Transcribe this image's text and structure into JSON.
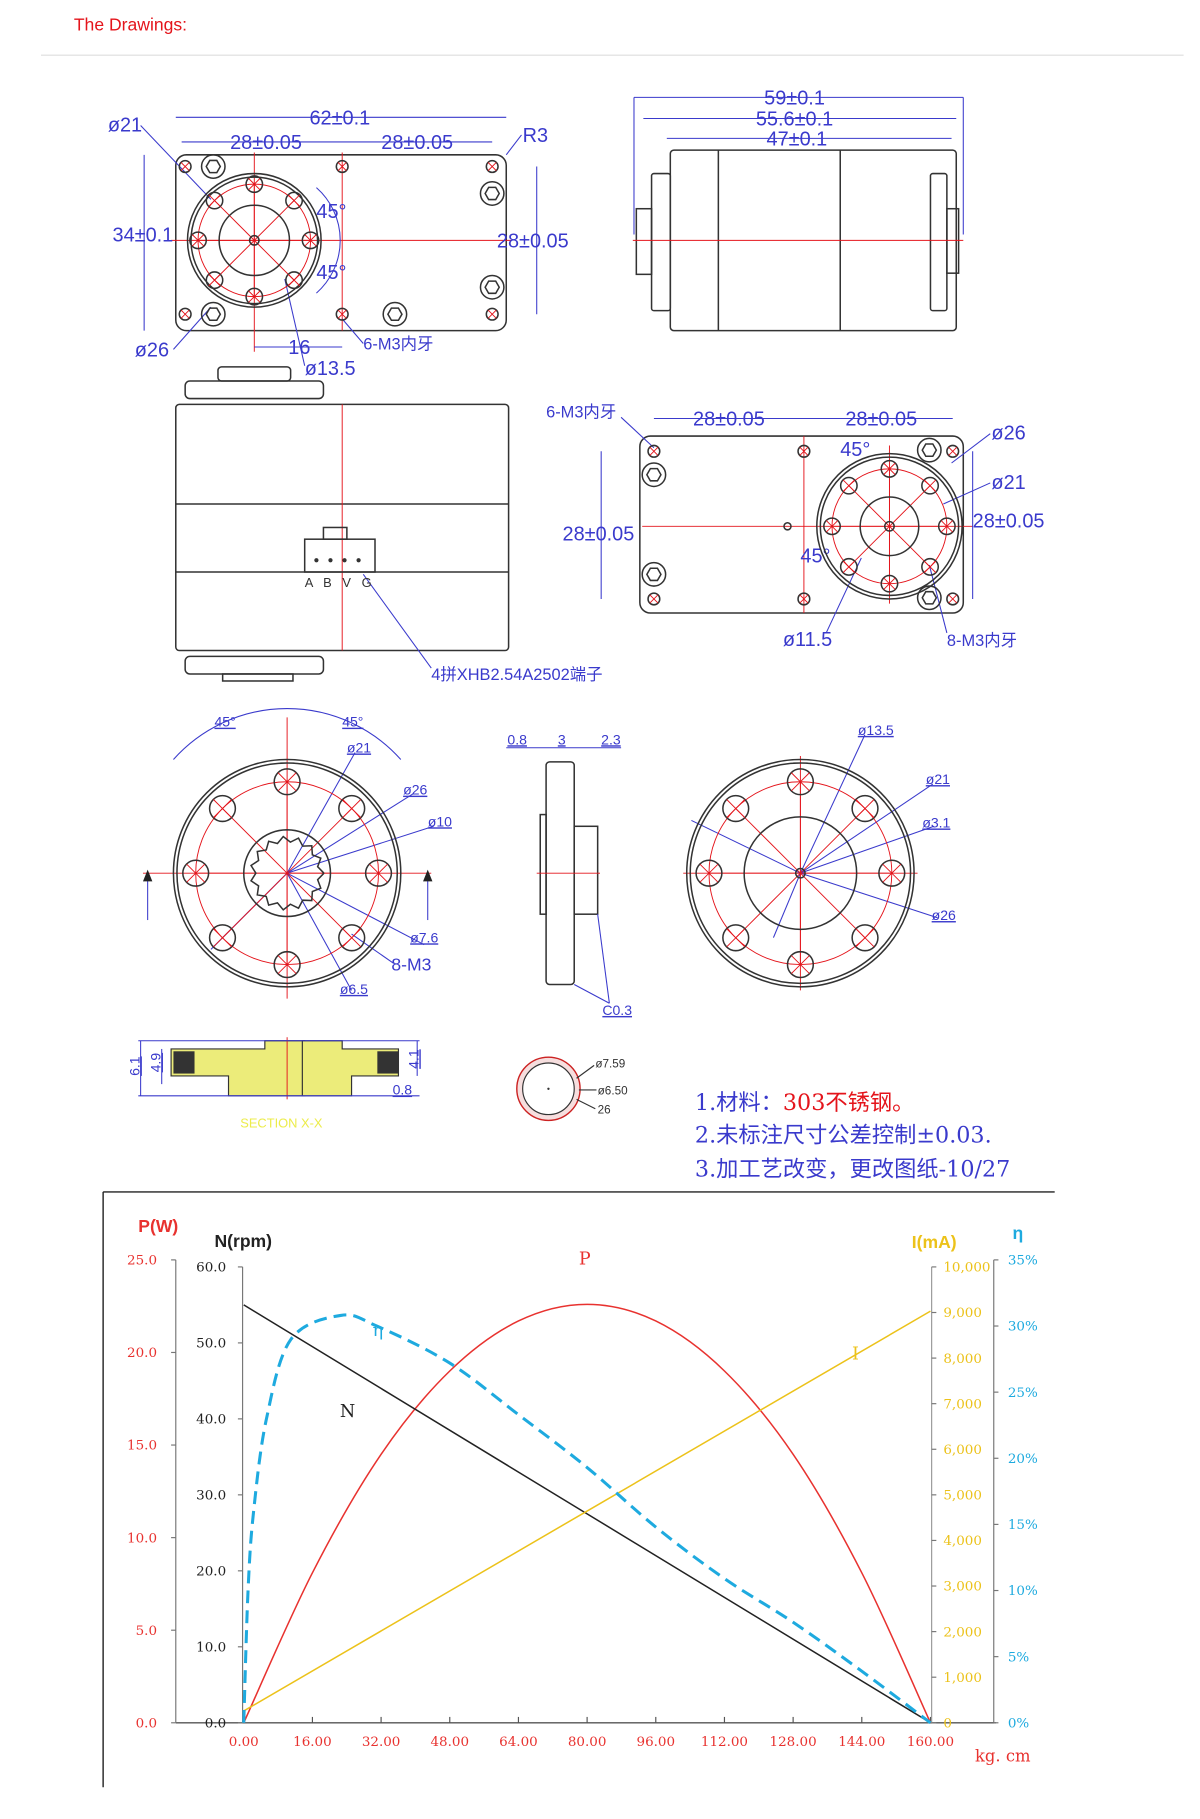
{
  "header": {
    "title": "The Drawings:"
  },
  "drawing": {
    "front_view": [
      "62±0.1",
      "28±0.05",
      "28±0.05",
      "34±0.1",
      "28±0.05",
      "R3",
      "ø21",
      "ø26",
      "16",
      "ø13.5",
      "6-M3内牙",
      "45°",
      "45°"
    ],
    "side_view": [
      "59±0.1",
      "55.6±0.1",
      "47±0.1"
    ],
    "bottom_side_view": {
      "pins": "A B V G",
      "connector": "4拼XHB2.54A2502端子"
    },
    "back_view": [
      "6-M3内牙",
      "28±0.05",
      "28±0.05",
      "ø26",
      "ø21",
      "28±0.05",
      "28±0.05",
      "45°",
      "45°",
      "ø11.5",
      "8-M3内牙"
    ],
    "flange_front": [
      "45°",
      "45°",
      "ø21",
      "ø26",
      "ø10",
      "ø7.6",
      "8-M3",
      "ø6.5"
    ],
    "flange_side": [
      "0.8",
      "3",
      "2.3",
      "C0.3"
    ],
    "flange_back": [
      "ø13.5",
      "ø21",
      "ø3.1",
      "ø26"
    ],
    "section": [
      "6.1",
      "4.9",
      "4.1",
      "0.8",
      "SECTION X-X"
    ],
    "tube": [
      "ø7.59",
      "ø6.50",
      "26"
    ],
    "notes": {
      "n1_prefix": "1.材料：",
      "n1_material": "303不锈钢。",
      "n2": "2.未标注尺寸公差控制±0.03.",
      "n3": "3.加工艺改变，更改图纸-10/27"
    }
  },
  "colors": {
    "title": "#e4141b",
    "dimension": "#3a3acc",
    "centerline": "#e4141b"
  },
  "chart_data": {
    "type": "line",
    "xlabel": "kg. cm",
    "xlim": [
      0,
      160
    ],
    "x_ticks": [
      0,
      16,
      32,
      48,
      64,
      80,
      96,
      112,
      128,
      144,
      160
    ],
    "x_tick_labels": [
      "0.00",
      "16.00",
      "32.00",
      "48.00",
      "64.00",
      "80.00",
      "96.00",
      "112.00",
      "128.00",
      "144.00",
      "160.00"
    ],
    "axes": {
      "P": {
        "label": "P(W)",
        "range": [
          0,
          25
        ],
        "ticks": [
          0,
          5,
          10,
          15,
          20,
          25
        ],
        "tick_labels": [
          "0.0",
          "5.0",
          "10.0",
          "15.0",
          "20.0",
          "25.0"
        ],
        "color": "#e8322f"
      },
      "N": {
        "label": "N(rpm)",
        "range": [
          0,
          60
        ],
        "ticks": [
          0,
          10,
          20,
          30,
          40,
          50,
          60
        ],
        "tick_labels": [
          "0.0",
          "10.0",
          "20.0",
          "30.0",
          "40.0",
          "50.0",
          "60.0"
        ],
        "color": "#222222"
      },
      "I": {
        "label": "I(mA)",
        "range": [
          0,
          10000
        ],
        "ticks": [
          0,
          1000,
          2000,
          3000,
          4000,
          5000,
          6000,
          7000,
          8000,
          9000,
          10000
        ],
        "tick_labels": [
          "0",
          "1,000",
          "2,000",
          "3,000",
          "4,000",
          "5,000",
          "6,000",
          "7,000",
          "8,000",
          "9,000",
          "10,000"
        ],
        "color": "#ecc21a"
      },
      "eta": {
        "label": "η",
        "range": [
          0,
          35
        ],
        "ticks": [
          0,
          5,
          10,
          15,
          20,
          25,
          30,
          35
        ],
        "tick_labels": [
          "0%",
          "5%",
          "10%",
          "15%",
          "20%",
          "25%",
          "30%",
          "35%"
        ],
        "color": "#1eaadf"
      }
    },
    "series": [
      {
        "name": "P",
        "axis": "P",
        "x": [
          0,
          16,
          32,
          48,
          64,
          80,
          96,
          112,
          128,
          144,
          160
        ],
        "y": [
          0,
          8.1,
          14.5,
          19.0,
          21.7,
          22.6,
          21.7,
          19.0,
          14.5,
          8.1,
          0
        ]
      },
      {
        "name": "N",
        "axis": "N",
        "x": [
          0,
          160
        ],
        "y": [
          55,
          0
        ]
      },
      {
        "name": "I",
        "axis": "I",
        "x": [
          0,
          160
        ],
        "y": [
          260,
          9030
        ]
      },
      {
        "name": "η",
        "axis": "eta",
        "x": [
          0,
          1,
          2.3,
          5.3,
          11,
          22.6,
          31,
          48,
          64,
          80,
          96,
          112,
          128,
          144,
          160
        ],
        "y": [
          0,
          10,
          16,
          23,
          29,
          30.8,
          30,
          27.2,
          23.3,
          19.3,
          14.8,
          10.9,
          7.6,
          3.9,
          0
        ]
      }
    ]
  }
}
